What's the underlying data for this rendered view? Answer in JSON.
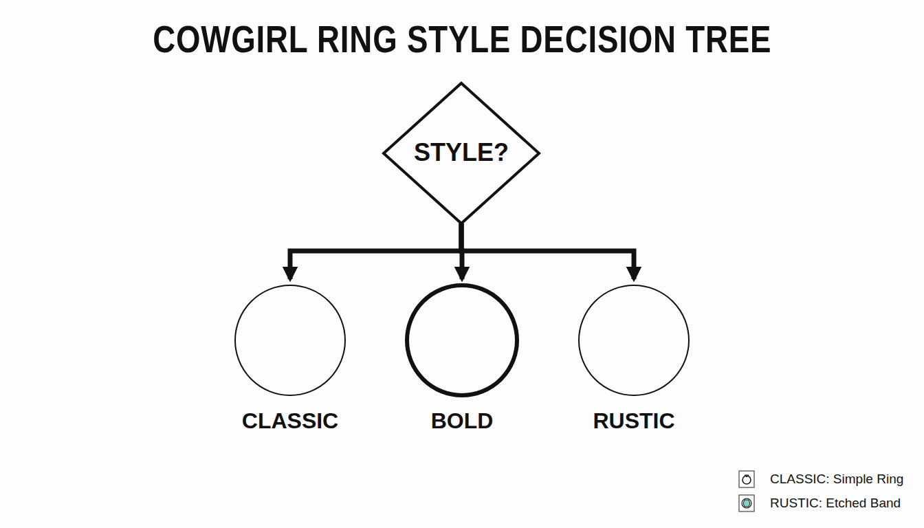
{
  "diagram": {
    "title": "COWGIRL RING STYLE DECISION TREE",
    "nodes": [
      {
        "text": [
          "STYLE?"
        ]
      },
      {
        "text": [
          "CLASSIC"
        ]
      },
      {
        "text": [
          "BOLD"
        ]
      },
      {
        "text": [
          "RUSTIC"
        ]
      }
    ],
    "edges": [
      {
        "from": 0,
        "to": 1,
        "arrow": "to"
      },
      {
        "from": 0,
        "to": 2,
        "arrow": "to"
      },
      {
        "from": 0,
        "to": 3,
        "arrow": "to"
      }
    ],
    "legend": [
      {
        "text": "CLASSIC: Simple Ring"
      },
      {
        "text": "RUSTIC: Etched Band"
      }
    ]
  }
}
